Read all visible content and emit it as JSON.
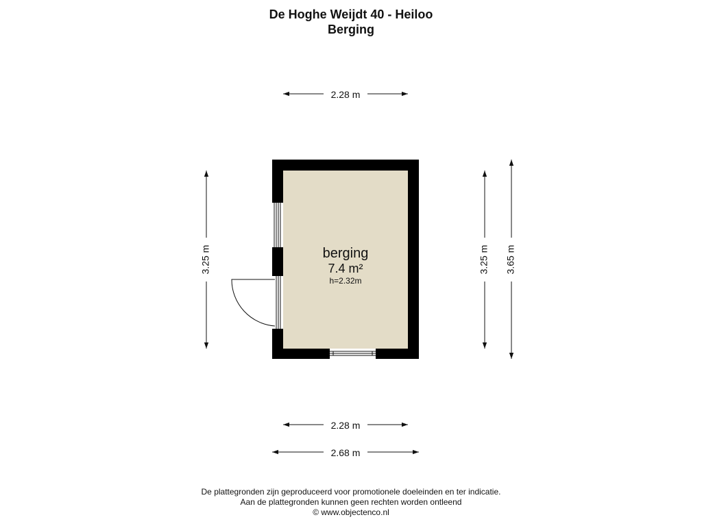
{
  "header": {
    "address": "De Hoghe Weijdt 40 - Heiloo",
    "floor_name": "Berging"
  },
  "room": {
    "name": "berging",
    "area": "7.4 m²",
    "height": "h=2.32m"
  },
  "dimensions": {
    "top_width": "2.28 m",
    "bottom_inner_width": "2.28 m",
    "bottom_outer_width": "2.68 m",
    "left_inner_height": "3.25 m",
    "right_inner_height": "3.25 m",
    "right_outer_height": "3.65 m"
  },
  "colors": {
    "wall": "#000000",
    "floor": "#e3dcc7",
    "line": "#111111"
  },
  "footer": {
    "line1": "De plattegronden zijn geproduceerd voor promotionele doeleinden en ter indicatie.",
    "line2": "Aan de plattegronden kunnen geen rechten worden ontleend",
    "line3": "© www.objectenco.nl"
  }
}
